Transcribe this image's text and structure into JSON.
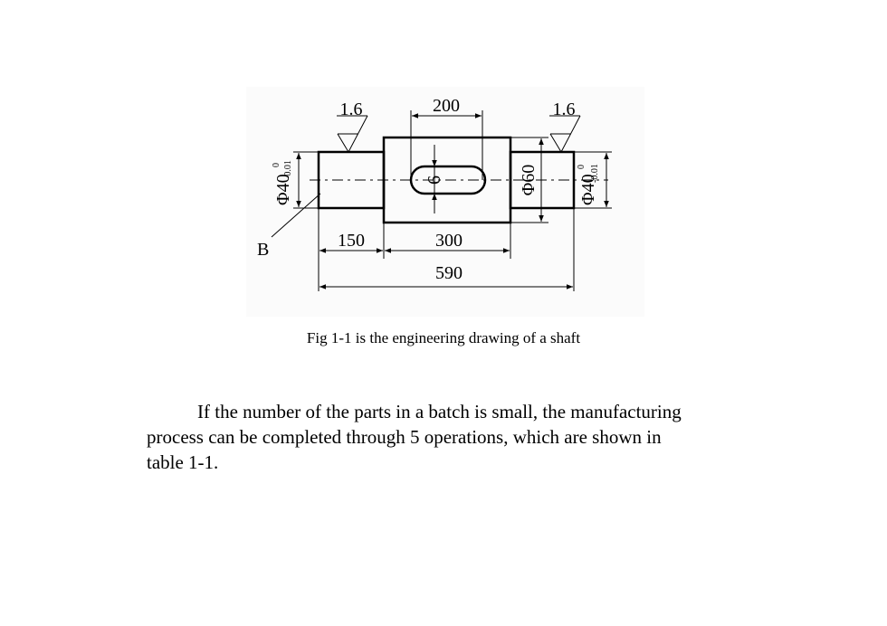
{
  "figure": {
    "dims": {
      "keyway_width": "200",
      "roughness_left": "1.6",
      "roughness_right": "1.6",
      "left_length": "150",
      "center_length": "300",
      "overall_length": "590",
      "keyway_depth": "6",
      "datum_label": "B",
      "dia_left": "Φ40",
      "dia_left_tol_upper": "0",
      "dia_left_tol_lower": "-0.01",
      "dia_center": "Φ60",
      "dia_right": "Φ40",
      "dia_right_tol_upper": "0",
      "dia_right_tol_lower": "-0.01"
    },
    "caption": "Fig 1-1 is the engineering drawing of a shaft"
  },
  "paragraph": {
    "line1": "If the number of the parts in a batch is small, the manufacturing",
    "line2": "process can be completed through 5 operations, which are shown in",
    "line3": "table 1-1."
  }
}
